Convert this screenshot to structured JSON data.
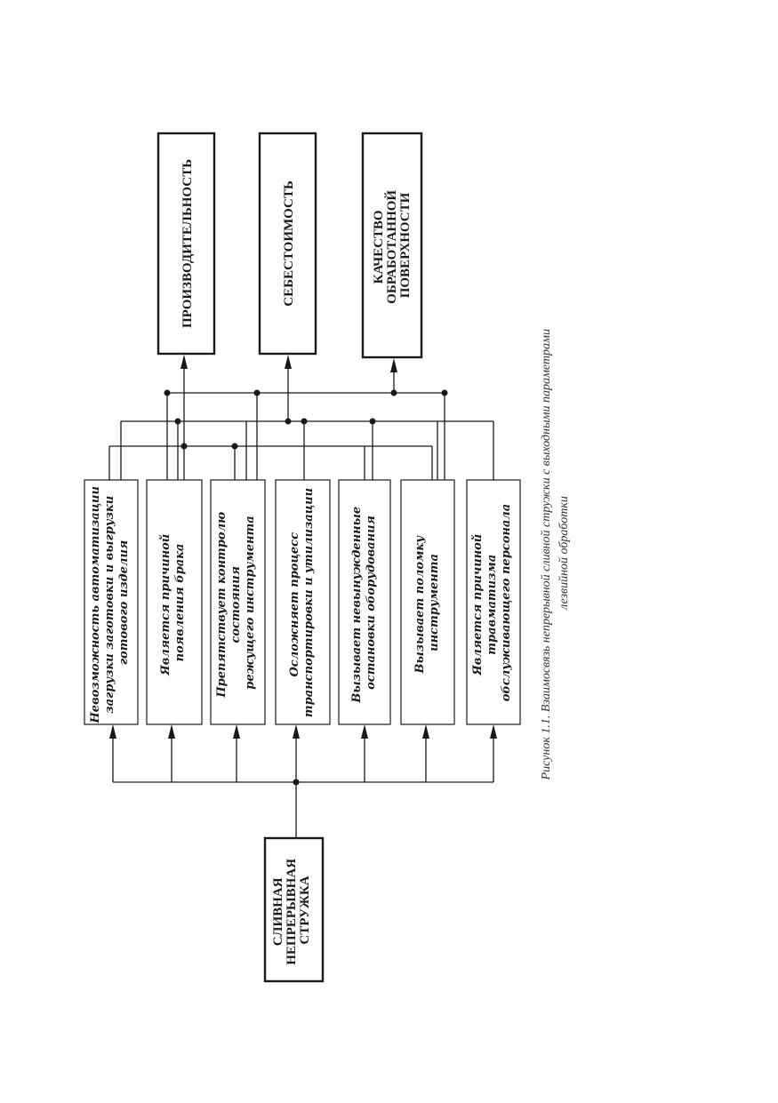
{
  "source": {
    "lines": [
      "СЛИВНАЯ",
      "НЕПРЕРЫВНАЯ",
      "СТРУЖКА"
    ]
  },
  "causes": [
    {
      "lines": [
        "Невозможность автоматизации",
        "загрузки заготовки и выгрузки",
        "готового изделия"
      ]
    },
    {
      "lines": [
        "Является причиной",
        "появления брака"
      ]
    },
    {
      "lines": [
        "Препятствует контролю",
        "состояния",
        "режущего инструмента"
      ]
    },
    {
      "lines": [
        "Осложняет процесс",
        "транспортировки и утилизации"
      ]
    },
    {
      "lines": [
        "Вызывает невынужденные",
        "остановки оборудования"
      ]
    },
    {
      "lines": [
        "Вызывает поломку",
        "инструмента"
      ]
    },
    {
      "lines": [
        "Является причиной",
        "травматизма",
        "обслуживающего персонала"
      ]
    }
  ],
  "outputs": [
    {
      "lines": [
        "ПРОИЗВОДИТЕЛЬНОСТЬ"
      ]
    },
    {
      "lines": [
        "СЕБЕСТОИМОСТЬ"
      ]
    },
    {
      "lines": [
        "КАЧЕСТВО",
        "ОБРАБОТАННОЙ",
        "ПОВЕРХНОСТИ"
      ]
    }
  ],
  "caption": {
    "line1": "Рисунок 1.1. Взаимосвязь непрерывной сливной стружки с выходными параметрами",
    "line2": "лезвийной обработки"
  }
}
